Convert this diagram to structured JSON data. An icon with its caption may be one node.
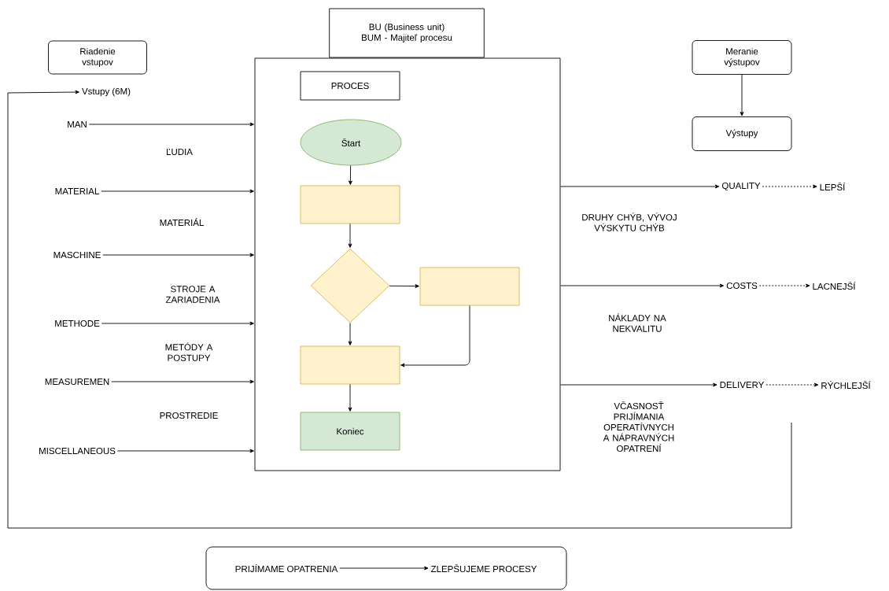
{
  "diagram": {
    "nodes": [
      {
        "text": [
          "Riadenie vstupov"
        ]
      },
      {
        "text": [
          "BU (Business unit) BUM - Majiteľ procesu"
        ]
      },
      {
        "text": [],
        "shape": "box"
      },
      {
        "text": [
          "PROCES"
        ],
        "in": 2
      },
      {
        "text": [
          "Štart"
        ],
        "in": 2
      },
      {
        "text": [],
        "shape": "box",
        "in": 2
      },
      {
        "text": [],
        "shape": "diamond",
        "in": 2
      },
      {
        "text": [],
        "shape": "box",
        "in": 2
      },
      {
        "text": [],
        "shape": "box",
        "in": 2
      },
      {
        "text": [
          "Koniec"
        ],
        "in": 2
      },
      {
        "text": [
          "Meranie výstupov"
        ]
      },
      {
        "text": [
          "Výstupy"
        ]
      },
      {
        "text": [
          "Vstupy (6M)"
        ]
      },
      {
        "text": [
          "MAN"
        ]
      },
      {
        "text": [
          "MATERIAL"
        ]
      },
      {
        "text": [
          "MASCHINE"
        ]
      },
      {
        "text": [
          "METHODE"
        ]
      },
      {
        "text": [
          "MEASUREMEN"
        ]
      },
      {
        "text": [
          "MISCELLANEOUS"
        ]
      },
      {
        "text": [
          "QUALITY"
        ]
      },
      {
        "text": [
          "LEPŠÍ"
        ]
      },
      {
        "text": [
          "COSTS"
        ]
      },
      {
        "text": [
          "LACNEJŠÍ"
        ]
      },
      {
        "text": [
          "DELIVERY"
        ]
      },
      {
        "text": [
          "RÝCHLEJŠÍ"
        ]
      },
      {
        "text": [],
        "shape": "box"
      },
      {
        "text": [
          "PRIJÍMAME OPATRENIA"
        ],
        "in": 25
      },
      {
        "text": [
          "ZLEPŠUJEME PROCESY"
        ],
        "in": 25
      }
    ],
    "edges": [
      {
        "from": 13,
        "to": 2,
        "arrow": "to"
      },
      {
        "from": 14,
        "to": 2,
        "arrow": "to"
      },
      {
        "from": 15,
        "to": 2,
        "arrow": "to"
      },
      {
        "from": 16,
        "to": 2,
        "arrow": "to"
      },
      {
        "from": 17,
        "to": 2,
        "arrow": "to"
      },
      {
        "from": 18,
        "to": 2,
        "arrow": "to"
      },
      {
        "from": 4,
        "to": 5,
        "arrow": "to"
      },
      {
        "from": 5,
        "to": 6,
        "arrow": "to"
      },
      {
        "from": 6,
        "to": 7,
        "arrow": "to"
      },
      {
        "from": 6,
        "to": 8,
        "arrow": "to"
      },
      {
        "from": 7,
        "to": 8,
        "arrow": "to"
      },
      {
        "from": 8,
        "to": 9,
        "arrow": "to"
      },
      {
        "from": 10,
        "to": 11,
        "arrow": "to"
      },
      {
        "from": 2,
        "to": 19,
        "arrow": "to"
      },
      {
        "from": 2,
        "to": 21,
        "arrow": "to"
      },
      {
        "from": 2,
        "to": 23,
        "arrow": "to"
      },
      {
        "from": 19,
        "to": 20,
        "arrow": "to",
        "style": "dashed"
      },
      {
        "from": 21,
        "to": 22,
        "arrow": "to",
        "style": "dashed"
      },
      {
        "from": 23,
        "to": 24,
        "arrow": "to",
        "style": "dashed"
      },
      {
        "from": 26,
        "to": 27,
        "arrow": "to"
      },
      {
        "from": null,
        "to": 12,
        "arrow": "to"
      }
    ],
    "labels": [
      "ĽUDIA",
      "MATERIÁL",
      "STROJE A ZARIADENIA",
      "METÓDY A POSTUPY",
      "PROSTREDIE",
      "DRUHY CHÝB, VÝVOJ VÝSKYTU CHÝB",
      "NÁKLADY NA NEKVALITU",
      "VČASNOSŤ PRIJÍMANIA OPERATÍVNYCH A NÁPRAVNÝCH OPATRENÍ"
    ]
  }
}
